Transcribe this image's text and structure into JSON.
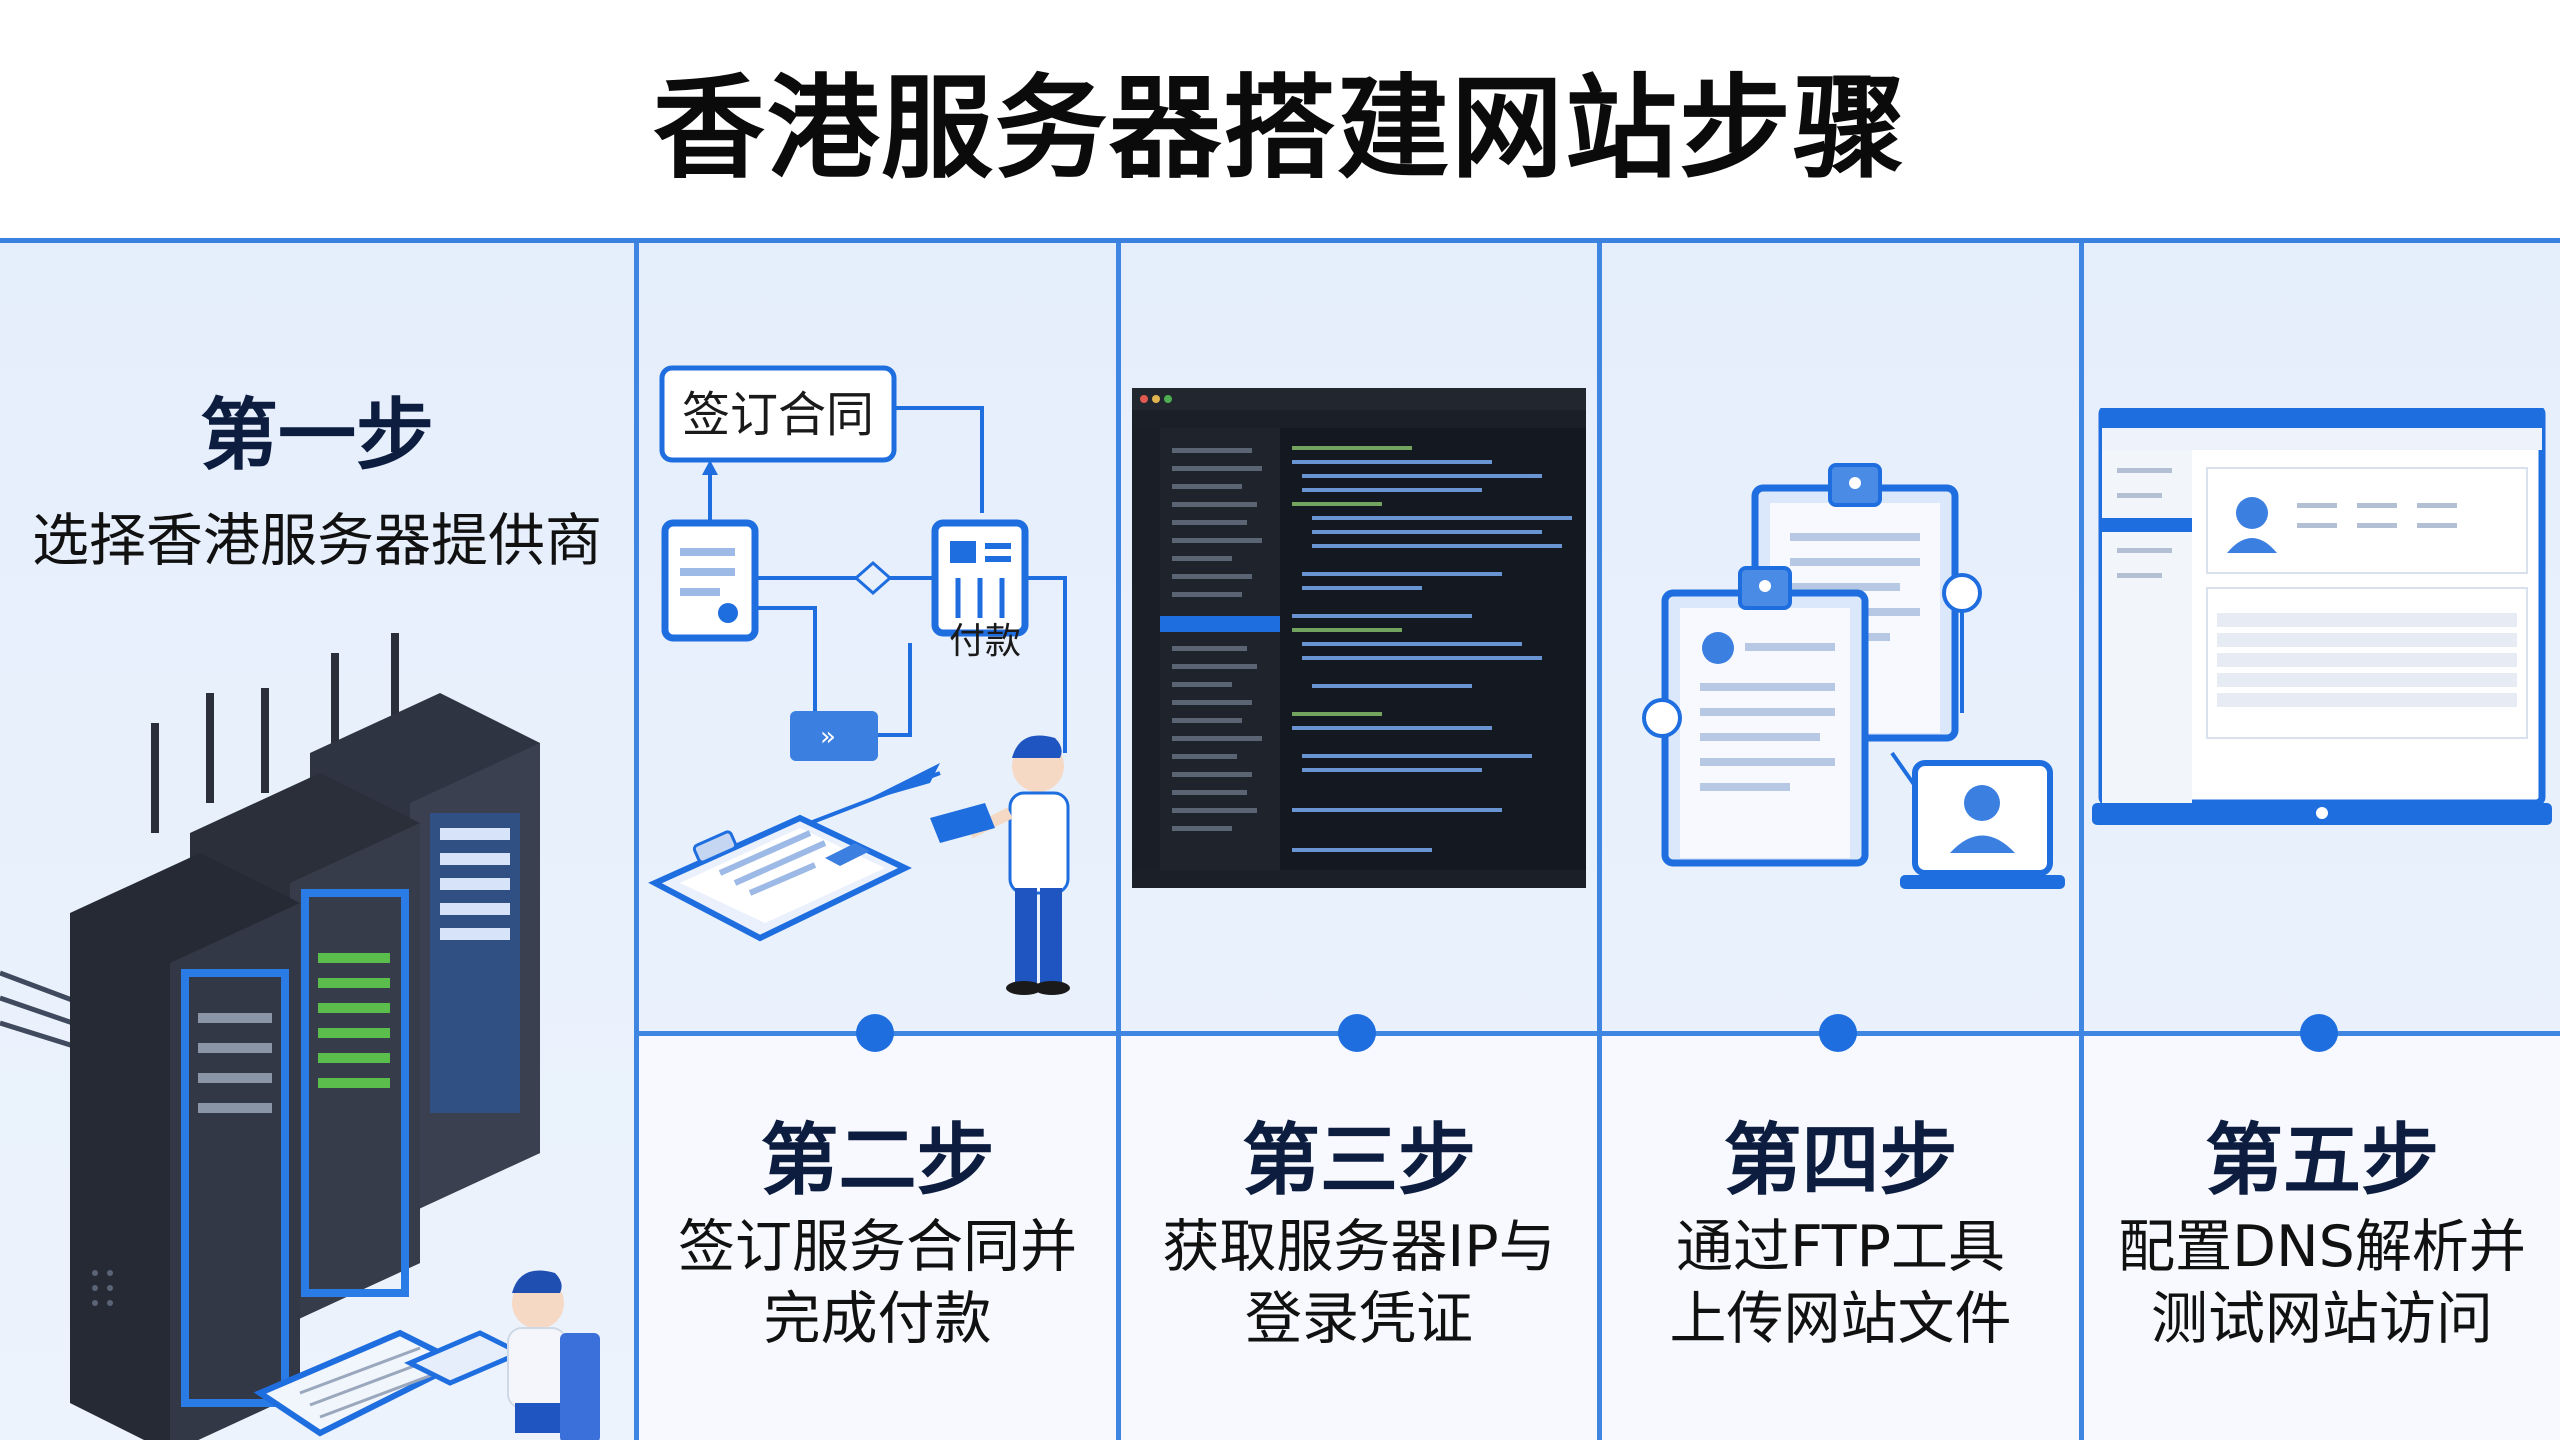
{
  "title": "香港服务器搭建网站步骤",
  "steps": [
    {
      "title": "第一步",
      "desc_lines": [
        "选择香港服务器提供商"
      ]
    },
    {
      "title": "第二步",
      "desc_lines": [
        "签订服务合同并",
        "完成付款"
      ]
    },
    {
      "title": "第三步",
      "desc_lines": [
        "获取服务器IP与",
        "登录凭证"
      ]
    },
    {
      "title": "第四步",
      "desc_lines": [
        "通过FTP工具",
        "上传网站文件"
      ]
    },
    {
      "title": "第五步",
      "desc_lines": [
        "配置DNS解析并",
        "测试网站访问"
      ]
    }
  ],
  "illustration_labels": {
    "contract_box": "签订合同",
    "payment": "付款"
  },
  "colors": {
    "accent": "#1f6ee0",
    "grid_line": "#3f86e2",
    "panel_bg": "#e9f1fc",
    "rack_dark": "#2b2f3a",
    "terminal_bg": "#111418"
  },
  "icons": [
    "server-rack-icon",
    "contract-icon",
    "payment-icon",
    "person-icon",
    "terminal-window-icon",
    "clipboard-icon",
    "user-profile-icon",
    "laptop-dashboard-icon"
  ]
}
